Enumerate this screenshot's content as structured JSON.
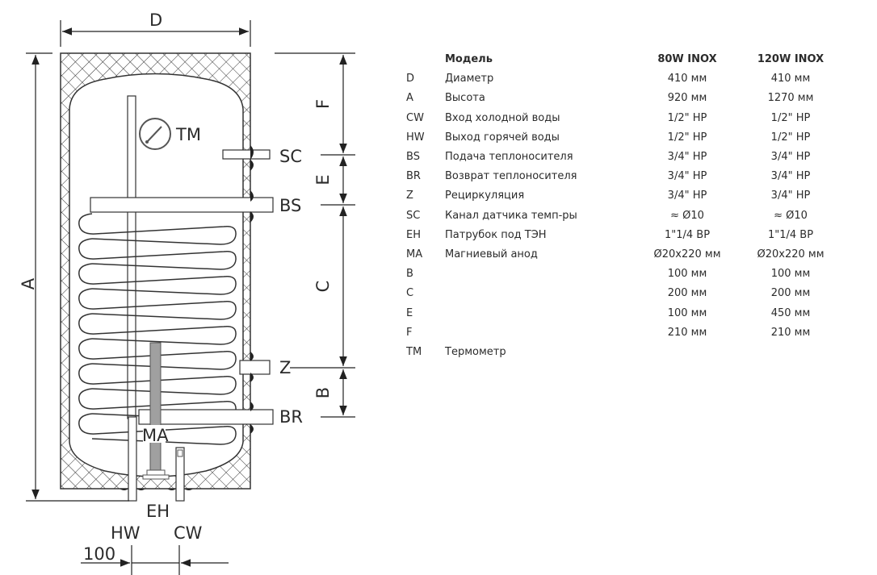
{
  "diagram": {
    "labels": {
      "D": "D",
      "A": "A",
      "F": "F",
      "E": "E",
      "C": "C",
      "B": "B",
      "TM": "TM",
      "SC": "SC",
      "BS": "BS",
      "Z": "Z",
      "BR": "BR",
      "MA": "MA",
      "EH": "EH",
      "HW": "HW",
      "CW": "CW",
      "dim_100": "100"
    }
  },
  "table": {
    "header": {
      "code": "",
      "name": "Модель",
      "model1": "80W INOX",
      "model2": "120W INOX"
    },
    "rows": [
      {
        "code": "D",
        "name": "Диаметр",
        "v1": "410 мм",
        "v2": "410 мм"
      },
      {
        "code": "A",
        "name": "Высота",
        "v1": "920 мм",
        "v2": "1270 мм"
      },
      {
        "code": "CW",
        "name": "Вход холодной воды",
        "v1": "1/2\" НР",
        "v2": "1/2\" НР"
      },
      {
        "code": "HW",
        "name": "Выход горячей воды",
        "v1": "1/2\" НР",
        "v2": "1/2\" НР"
      },
      {
        "code": "BS",
        "name": "Подача теплоносителя",
        "v1": "3/4\" НР",
        "v2": "3/4\" НР"
      },
      {
        "code": "BR",
        "name": "Возврат теплоносителя",
        "v1": "3/4\" НР",
        "v2": "3/4\" НР"
      },
      {
        "code": "Z",
        "name": "Рециркуляция",
        "v1": "3/4\" НР",
        "v2": "3/4\" НР"
      },
      {
        "code": "SC",
        "name": "Канал датчика темп-ры",
        "v1": "≈ Ø10",
        "v2": "≈ Ø10"
      },
      {
        "code": "EH",
        "name": "Патрубок под ТЭН",
        "v1": "1\"1/4 ВР",
        "v2": "1\"1/4 ВР"
      },
      {
        "code": "MA",
        "name": "Магниевый анод",
        "v1": "Ø20x220 мм",
        "v2": "Ø20x220 мм"
      },
      {
        "code": "B",
        "name": "",
        "v1": "100 мм",
        "v2": "100 мм"
      },
      {
        "code": "C",
        "name": "",
        "v1": "200 мм",
        "v2": "200 мм"
      },
      {
        "code": "E",
        "name": "",
        "v1": "100 мм",
        "v2": "450 мм"
      },
      {
        "code": "F",
        "name": "",
        "v1": "210 мм",
        "v2": "210 мм"
      },
      {
        "code": "TM",
        "name": "Термометр",
        "v1": "",
        "v2": ""
      }
    ]
  }
}
